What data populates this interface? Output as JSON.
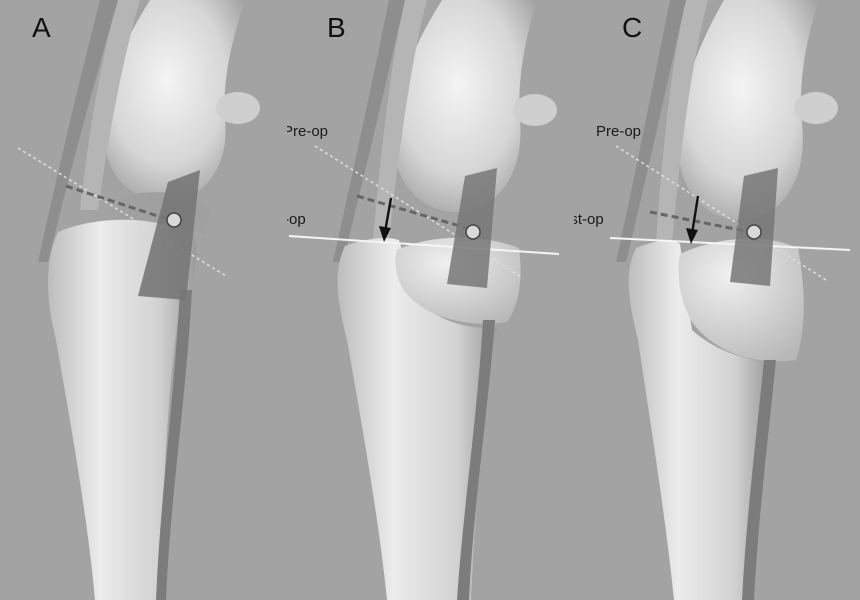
{
  "colors": {
    "background": "#a3a3a3",
    "bone_light": "#ebebeb",
    "bone_mid": "#cfcfcf",
    "bone_shadow": "#8f8f8f",
    "fibula": "#7c7c7c",
    "implant": "#777777",
    "preop_line": "#dcdcdc",
    "postop_line": "#f5f5f5",
    "saw_cut": "#666666",
    "arrow": "#111111"
  },
  "icons": [
    "pivot-screw-icon",
    "arrow-down-icon"
  ],
  "panels": [
    {
      "letter": "A",
      "preop_label": "",
      "postop_label": ""
    },
    {
      "letter": "B",
      "preop_label": "Pre-op",
      "postop_label": "Post-op"
    },
    {
      "letter": "C",
      "preop_label": "Pre-op",
      "postop_label": "Post-op"
    }
  ]
}
